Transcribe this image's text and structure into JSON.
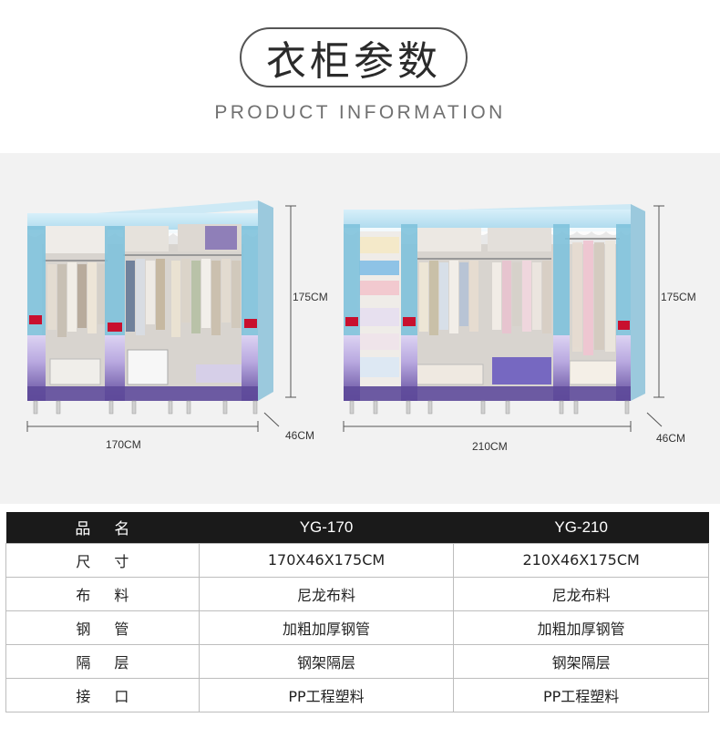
{
  "header": {
    "title": "衣柜参数",
    "subtitle": "PRODUCT INFORMATION"
  },
  "figures": {
    "left": {
      "height_label": "175CM",
      "width_label": "170CM",
      "depth_label": "46CM"
    },
    "right": {
      "height_label": "175CM",
      "width_label": "210CM",
      "depth_label": "46CM"
    }
  },
  "colors": {
    "sky": "#bfe3f2",
    "curtain": "#7fc2dc",
    "purple": "#5e4a9a",
    "lavender": "#b9a9e0",
    "frame": "#c9c9c9"
  },
  "table": {
    "header": {
      "label": "品名",
      "col1": "YG-170",
      "col2": "YG-210"
    },
    "rows": [
      {
        "label": "尺寸",
        "col1": "170X46X175CM",
        "col2": "210X46X175CM"
      },
      {
        "label": "布料",
        "col1": "尼龙布料",
        "col2": "尼龙布料"
      },
      {
        "label": "钢管",
        "col1": "加粗加厚钢管",
        "col2": "加粗加厚钢管"
      },
      {
        "label": "隔层",
        "col1": "钢架隔层",
        "col2": "钢架隔层"
      },
      {
        "label": "接口",
        "col1": "PP工程塑料",
        "col2": "PP工程塑料"
      }
    ]
  }
}
